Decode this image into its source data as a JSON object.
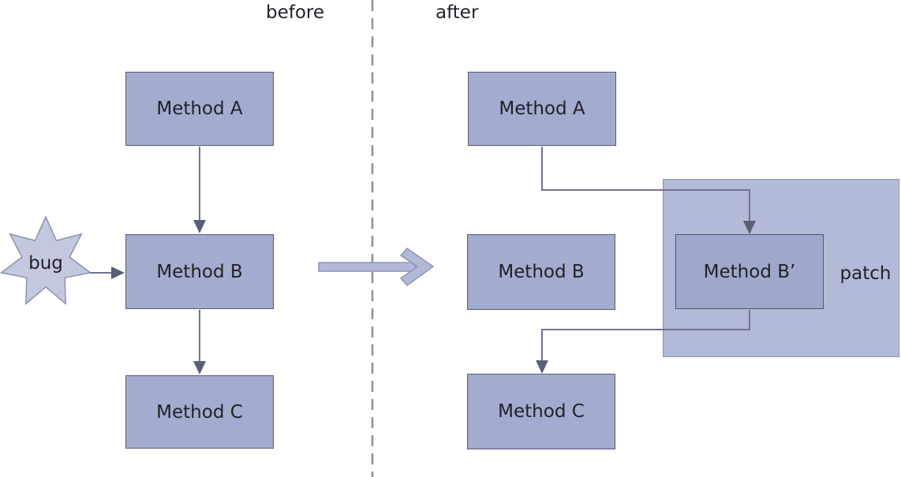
{
  "diagram": {
    "title_before": "before",
    "title_after": "after",
    "bug_label": "bug",
    "patch_label": "patch",
    "before": {
      "method_a": "Method A",
      "method_b": "Method B",
      "method_c": "Method C"
    },
    "after": {
      "method_a": "Method A",
      "method_b": "Method B",
      "method_b_prime": "Method B’",
      "method_c": "Method C"
    },
    "flows": {
      "before_flow": "Method A -> Method B -> Method C, bug -> Method B",
      "after_flow": "Method A -> Method B' (patch) -> Method C, Method B bypassed"
    },
    "colors": {
      "box_fill": "#a3abce",
      "box_border": "#555b76",
      "method_b_prime_fill": "#9fa8cb",
      "method_b_prime_border": "#4d5370",
      "patch_fill": "#b3bad7",
      "patch_border": "#8b91a8",
      "star_fill": "#c3c8de",
      "star_border": "#8b92ad",
      "connector_line": "#6e7390",
      "arrowhead_fill": "#5a5f76",
      "big_arrow_fill": "#b2b9d7",
      "big_arrow_border": "#8f96b4",
      "divider": "#8a8fa6",
      "text": "#1f2128",
      "background": "#ffffff"
    }
  }
}
